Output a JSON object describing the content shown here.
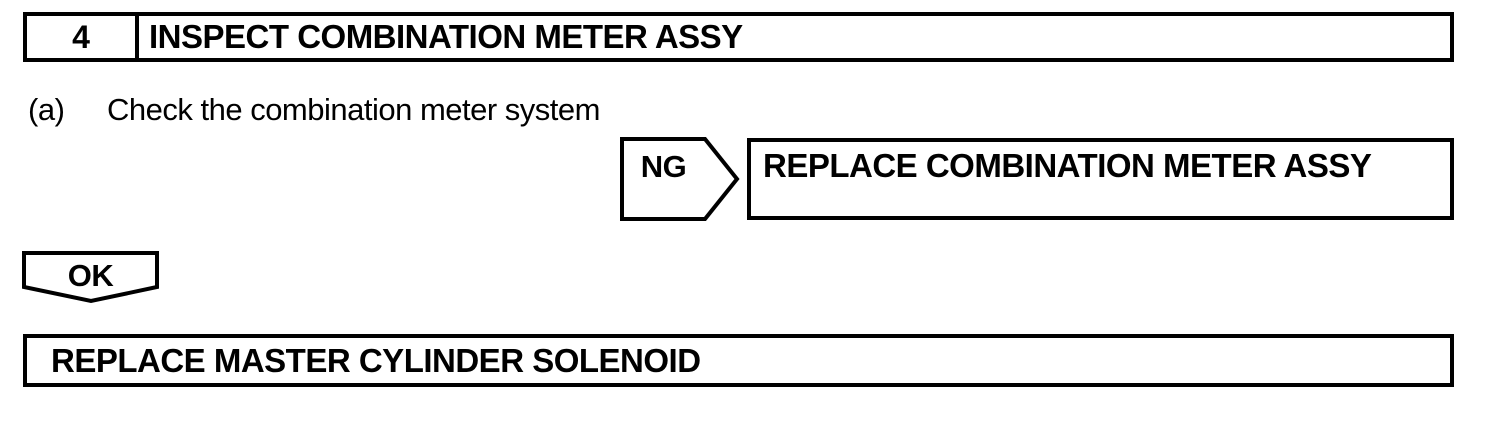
{
  "page": {
    "background_color": "#ffffff",
    "ink_color": "#000000"
  },
  "flowchart": {
    "step": {
      "number": "4",
      "title": "INSPECT COMBINATION METER ASSY"
    },
    "instruction": {
      "marker": "(a)",
      "text": "Check the combination meter system"
    },
    "ng_branch": {
      "connector_label": "NG",
      "action": "REPLACE COMBINATION METER ASSY"
    },
    "ok_branch": {
      "connector_label": "OK",
      "action": "REPLACE MASTER CYLINDER SOLENOID"
    }
  }
}
